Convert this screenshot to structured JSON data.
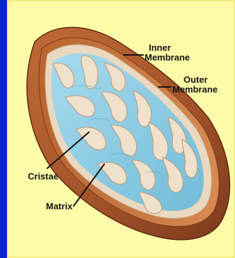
{
  "labels": {
    "inner": [
      "Inner",
      "Membrane"
    ],
    "outer": [
      "Outer",
      "Membrane"
    ],
    "cristae": "Cristae",
    "matrix": "Matrix"
  },
  "colors": {
    "background": "#0b1fd6",
    "frame": "#fdfaa8",
    "outer_membrane": "#a9572a",
    "inner_membrane": "#e8d8c0",
    "matrix": "#8ecfe6",
    "label_text": "#141414"
  }
}
